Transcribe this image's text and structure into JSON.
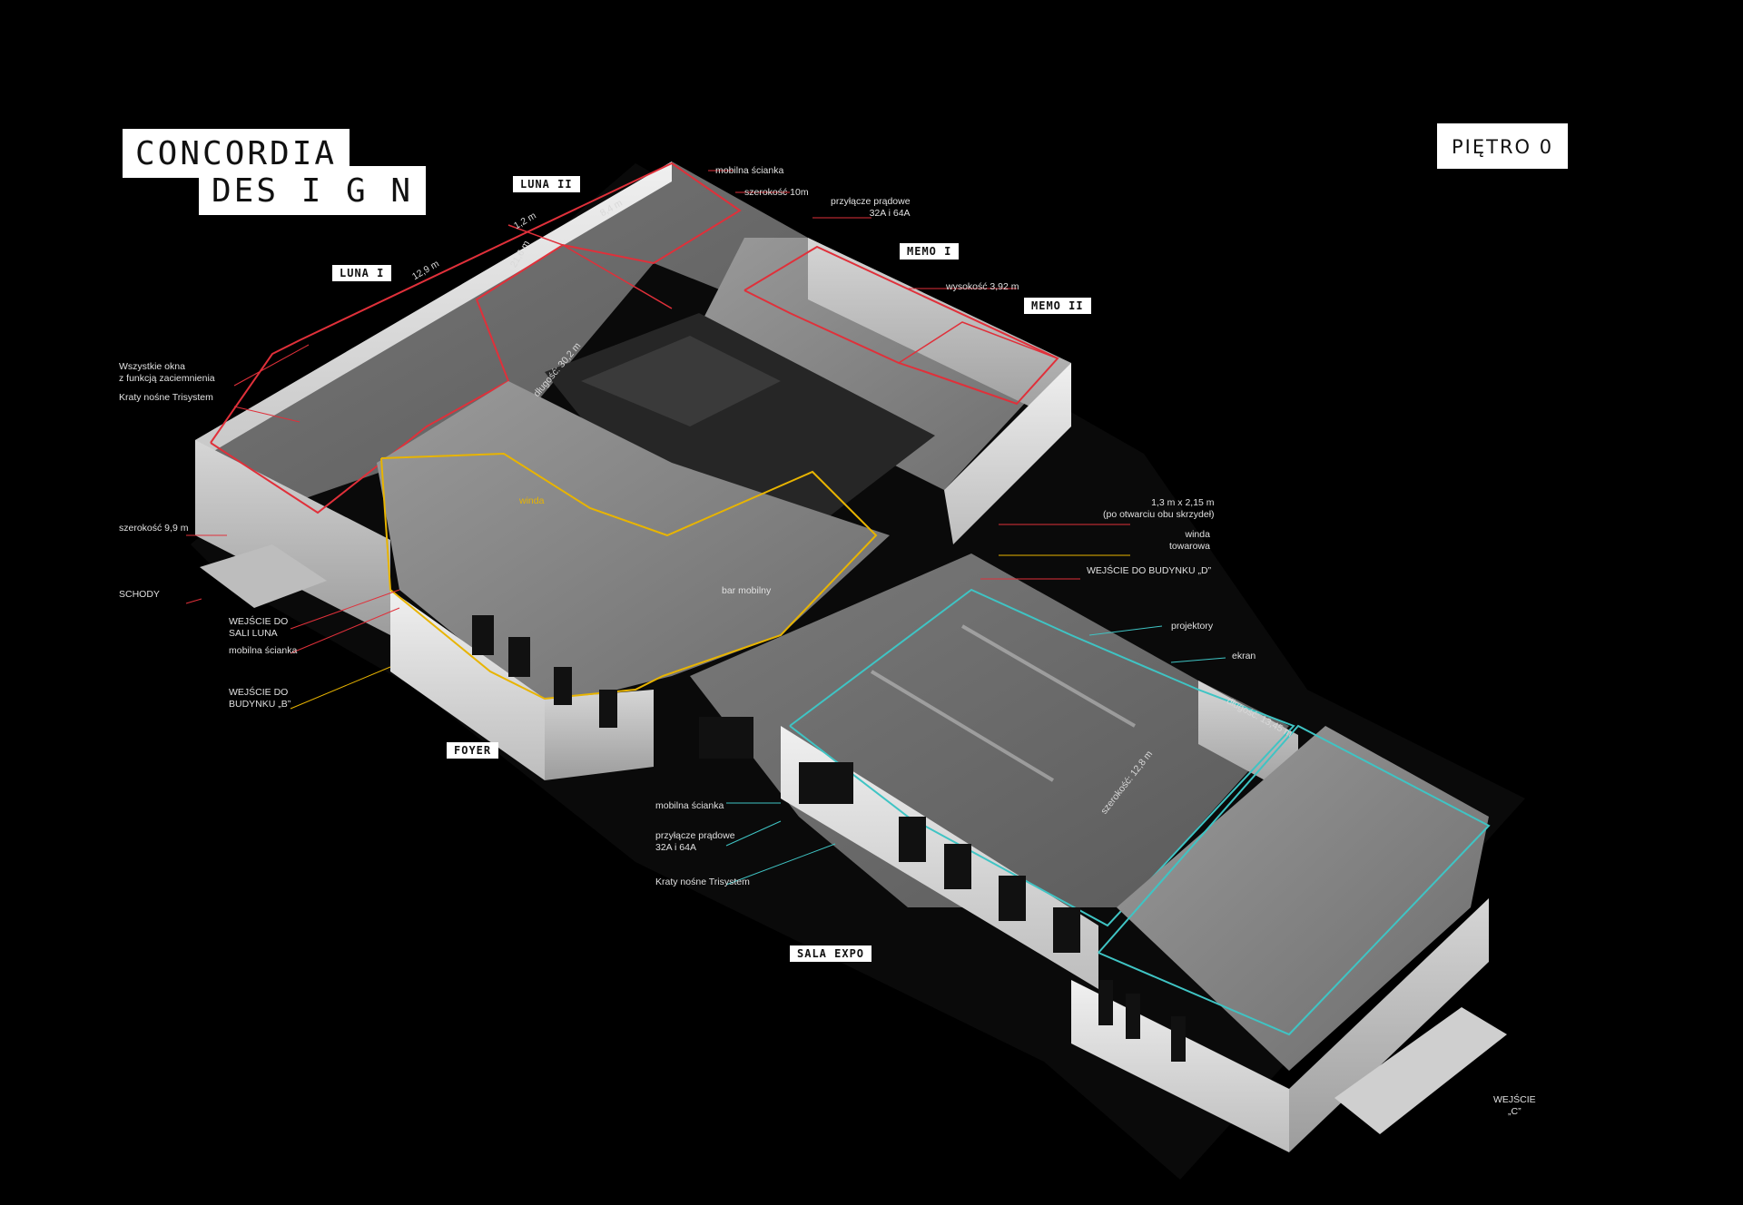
{
  "logo": {
    "line1": "CONCORDIA",
    "line2": "DES I G N"
  },
  "floor": {
    "label": "PIĘTRO 0"
  },
  "rooms": {
    "luna_1": "LUNA I",
    "luna_2": "LUNA II",
    "memo_1": "MEMO I",
    "memo_2": "MEMO II",
    "foyer": "FOYER",
    "sala_expo": "SALA EXPO"
  },
  "annotations": {
    "mobile_wall_top": "mobilna ścianka",
    "width_10": "szerokość 10m",
    "power_top": "przyłącze prądowe\n32A i 64A",
    "height": "wysokość 3,92 m",
    "windows_blackout": "Wszystkie okna\nz funkcją zaciemnienia",
    "trisystem_left": "Kraty nośne Trisystem",
    "width_9_9": "szerokość 9,9 m",
    "stairs": "SCHODY",
    "entrance_luna": "WEJŚCIE DO\nSALI LUNA",
    "mobile_wall_left": "mobilna ścianka",
    "entrance_b": "WEJŚCIE DO\nBUDYNKU „B”",
    "elevator": "winda",
    "bar": "bar mobilny",
    "door_size": "1,3 m x 2,15 m\n(po otwarciu obu skrzydeł)",
    "freight_elevator": "winda\ntowarowa",
    "entrance_d": "WEJŚCIE DO BUDYNKU „D”",
    "projectors": "projektory",
    "screen": "ekran",
    "mobile_wall_expo": "mobilna ścianka",
    "power_expo": "przyłącze prądowe\n32A i 64A",
    "trisystem_expo": "Kraty nośne Trisystem",
    "entrance_c": "WEJŚCIE\n„C”"
  },
  "dimensions": {
    "d_12_9": "12,9 m",
    "d_1_2": "1,2 m",
    "d_8_4": "8,4 m",
    "d_21_6": "21,6 m",
    "d_30_2": "długość: 30,2 m",
    "d_13_45": "długość: 13,45 m",
    "d_12_8": "szerokość: 12,8 m"
  },
  "colors": {
    "background": "#000000",
    "luna_outline": "#e0303a",
    "memo_outline": "#e0303a",
    "foyer_outline": "#e8b400",
    "expo_outline": "#3fc4c4",
    "wall_light": "#e4e4e4",
    "wall_shade": "#9a9a9a",
    "floor": "#6f6f6f",
    "floor_dark": "#2a2a2a"
  }
}
